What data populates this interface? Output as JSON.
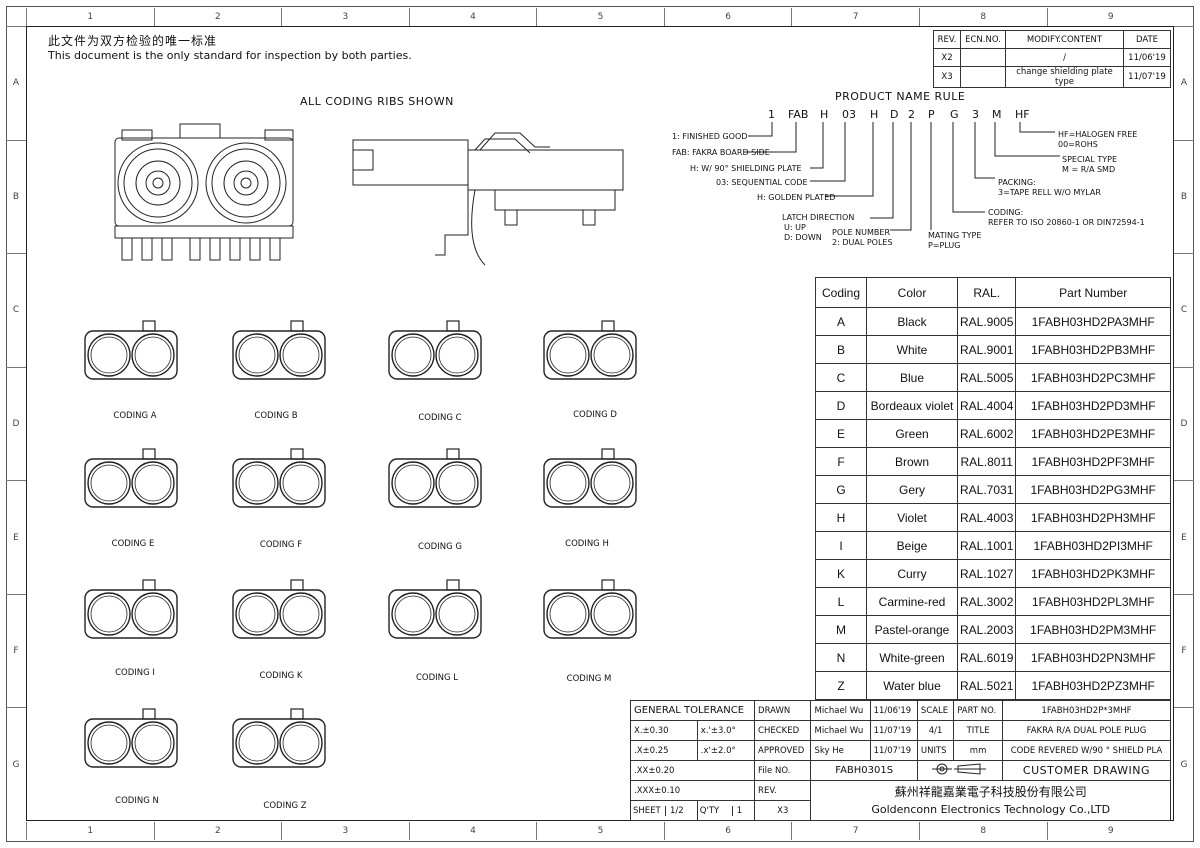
{
  "header": {
    "note_cn": "此文件为双方检验的唯一标准",
    "note_en": "This document is the only standard for inspection by both parties."
  },
  "revision": {
    "headers": [
      "REV.",
      "ECN.NO.",
      "MODIFY.CONTENT",
      "DATE"
    ],
    "rows": [
      [
        "X2",
        "",
        "/",
        "11/06'19"
      ],
      [
        "X3",
        "",
        "change shielding  plate type",
        "11/07'19"
      ]
    ]
  },
  "drawing": {
    "ribs_title": "ALL CODING RIBS SHOWN",
    "rule_title": "PRODUCT NAME RULE",
    "rule_tokens": [
      "1",
      "FAB",
      "H",
      "03",
      "H",
      "D",
      "2",
      "P",
      "G",
      "3",
      "M",
      "HF"
    ],
    "rule_notes": [
      "1: FINISHED GOOD",
      "FAB: FAKRA BOARD SIDE",
      "H: W/ 90° SHIELDING PLATE",
      "03: SEQUENTIAL CODE",
      "H: GOLDEN PLATED",
      "LATCH DIRECTION",
      "U: UP",
      "D: DOWN",
      "POLE NUMBER",
      "2: DUAL POLES",
      "MATING TYPE",
      "P=PLUG",
      "CODING:",
      "REFER TO ISO 20860-1 OR DIN72594-1",
      "PACKING:",
      "3=TAPE RELL W/O MYLAR",
      "SPECIAL TYPE",
      "M = R/A SMD",
      "HF=HALOGEN FREE",
      "00=ROHS"
    ],
    "coding_captions": [
      "CODING A",
      "CODING B",
      "CODING C",
      "CODING D",
      "CODING E",
      "CODING F",
      "CODING G",
      "CODING H",
      "CODING I",
      "CODING K",
      "CODING L",
      "CODING M",
      "CODING N",
      "CODING Z"
    ]
  },
  "coding_table": {
    "headers": [
      "Coding",
      "Color",
      "RAL.",
      "Part Number"
    ],
    "rows": [
      [
        "A",
        "Black",
        "RAL.9005",
        "1FABH03HD2PA3MHF"
      ],
      [
        "B",
        "White",
        "RAL.9001",
        "1FABH03HD2PB3MHF"
      ],
      [
        "C",
        "Blue",
        "RAL.5005",
        "1FABH03HD2PC3MHF"
      ],
      [
        "D",
        "Bordeaux violet",
        "RAL.4004",
        "1FABH03HD2PD3MHF"
      ],
      [
        "E",
        "Green",
        "RAL.6002",
        "1FABH03HD2PE3MHF"
      ],
      [
        "F",
        "Brown",
        "RAL.8011",
        "1FABH03HD2PF3MHF"
      ],
      [
        "G",
        "Gery",
        "RAL.7031",
        "1FABH03HD2PG3MHF"
      ],
      [
        "H",
        "Violet",
        "RAL.4003",
        "1FABH03HD2PH3MHF"
      ],
      [
        "I",
        "Beige",
        "RAL.1001",
        "1FABH03HD2PI3MHF"
      ],
      [
        "K",
        "Curry",
        "RAL.1027",
        "1FABH03HD2PK3MHF"
      ],
      [
        "L",
        "Carmine-red",
        "RAL.3002",
        "1FABH03HD2PL3MHF"
      ],
      [
        "M",
        "Pastel-orange",
        "RAL.2003",
        "1FABH03HD2PM3MHF"
      ],
      [
        "N",
        "White-green",
        "RAL.6019",
        "1FABH03HD2PN3MHF"
      ],
      [
        "Z",
        "Water blue",
        "RAL.5021",
        "1FABH03HD2PZ3MHF"
      ]
    ]
  },
  "title_block": {
    "general_tolerance": "GENERAL TOLERANCE",
    "tol": [
      [
        "X.±0.30",
        "x.'±3.0°"
      ],
      [
        ".X±0.25",
        ".x'±2.0°"
      ],
      [
        ".XX±0.20",
        ""
      ],
      [
        ".XXX±0.10",
        ""
      ]
    ],
    "drawn_label": "DRAWN",
    "drawn_by": "Michael Wu",
    "drawn_date": "11/06'19",
    "checked_label": "CHECKED",
    "checked_by": "Michael Wu",
    "checked_date": "11/07'19",
    "approved_label": "APPROVED",
    "approved_by": "Sky He",
    "approved_date": "11/07'19",
    "scale_label": "SCALE",
    "scale": "4/1",
    "units_label": "UNITS",
    "units": "mm",
    "partno_label": "PART NO.",
    "partno": "1FABH03HD2P*3MHF",
    "title_label": "TITLE",
    "title1": "FAKRA R/A DUAL POLE PLUG",
    "title2": "CODE REVERED W/90  ° SHIELD PLA",
    "fileno_label": "File NO.",
    "fileno": "FABH0301S",
    "rev_label": "REV.",
    "rev": "X3",
    "sheet_label": "SHEET",
    "sheet": "1/2",
    "qty_label": "Q'TY",
    "qty": "1",
    "customer_drawing": "CUSTOMER DRAWING",
    "company_cn": "蘇州祥龍嘉業電子科技股份有限公司",
    "company_en": "Goldenconn Electronics Technology Co.,LTD"
  },
  "zones": {
    "cols": [
      "1",
      "2",
      "3",
      "4",
      "5",
      "6",
      "7",
      "8",
      "9"
    ],
    "rows": [
      "A",
      "B",
      "C",
      "D",
      "E",
      "F",
      "G"
    ]
  }
}
